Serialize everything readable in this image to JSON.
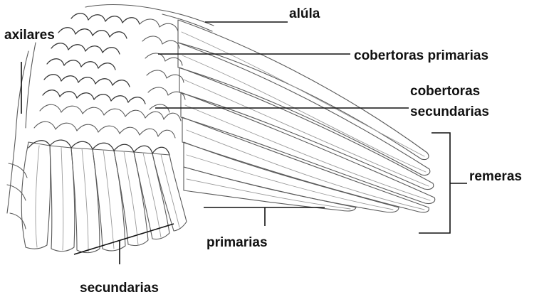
{
  "labels": {
    "alula": "alúla",
    "axilares": "axilares",
    "cobertoras_primarias": "cobertoras primarias",
    "cobertoras_secundarias_line1": "cobertoras",
    "cobertoras_secundarias_line2": "secundarias",
    "remeras": "remeras",
    "primarias": "primarias",
    "secundarias": "secundarias"
  },
  "colors": {
    "background": "#ffffff",
    "text": "#111111",
    "feather_outline": "#5a5a5a"
  }
}
